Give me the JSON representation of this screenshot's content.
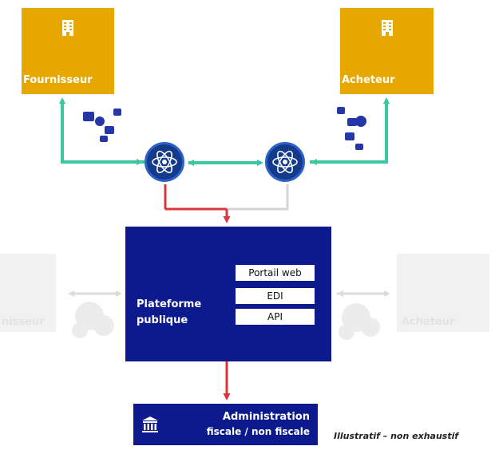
{
  "supplier_label": "Fournisseur",
  "buyer_label": "Acheteur",
  "ghost_left_label": "nisseur",
  "ghost_right_label": "Acheteur",
  "platform": {
    "title": "Plateforme publique",
    "channels": [
      "Portail web",
      "EDI",
      "API"
    ]
  },
  "administration": {
    "line1": "Administration",
    "line2": "fiscale / non fiscale"
  },
  "note": "Illustratif – non exhaustif",
  "colors": {
    "party": "#e6a800",
    "platform": "#0d1a8d",
    "node": "#143a8c",
    "green_link": "#3cc7a0",
    "red_link": "#d9363e",
    "grey_link": "#cfcfcf"
  },
  "icons": {
    "building": "building-icon",
    "atom": "atom-icon",
    "document_flow": "document-flow-icon",
    "bank": "bank-icon"
  }
}
